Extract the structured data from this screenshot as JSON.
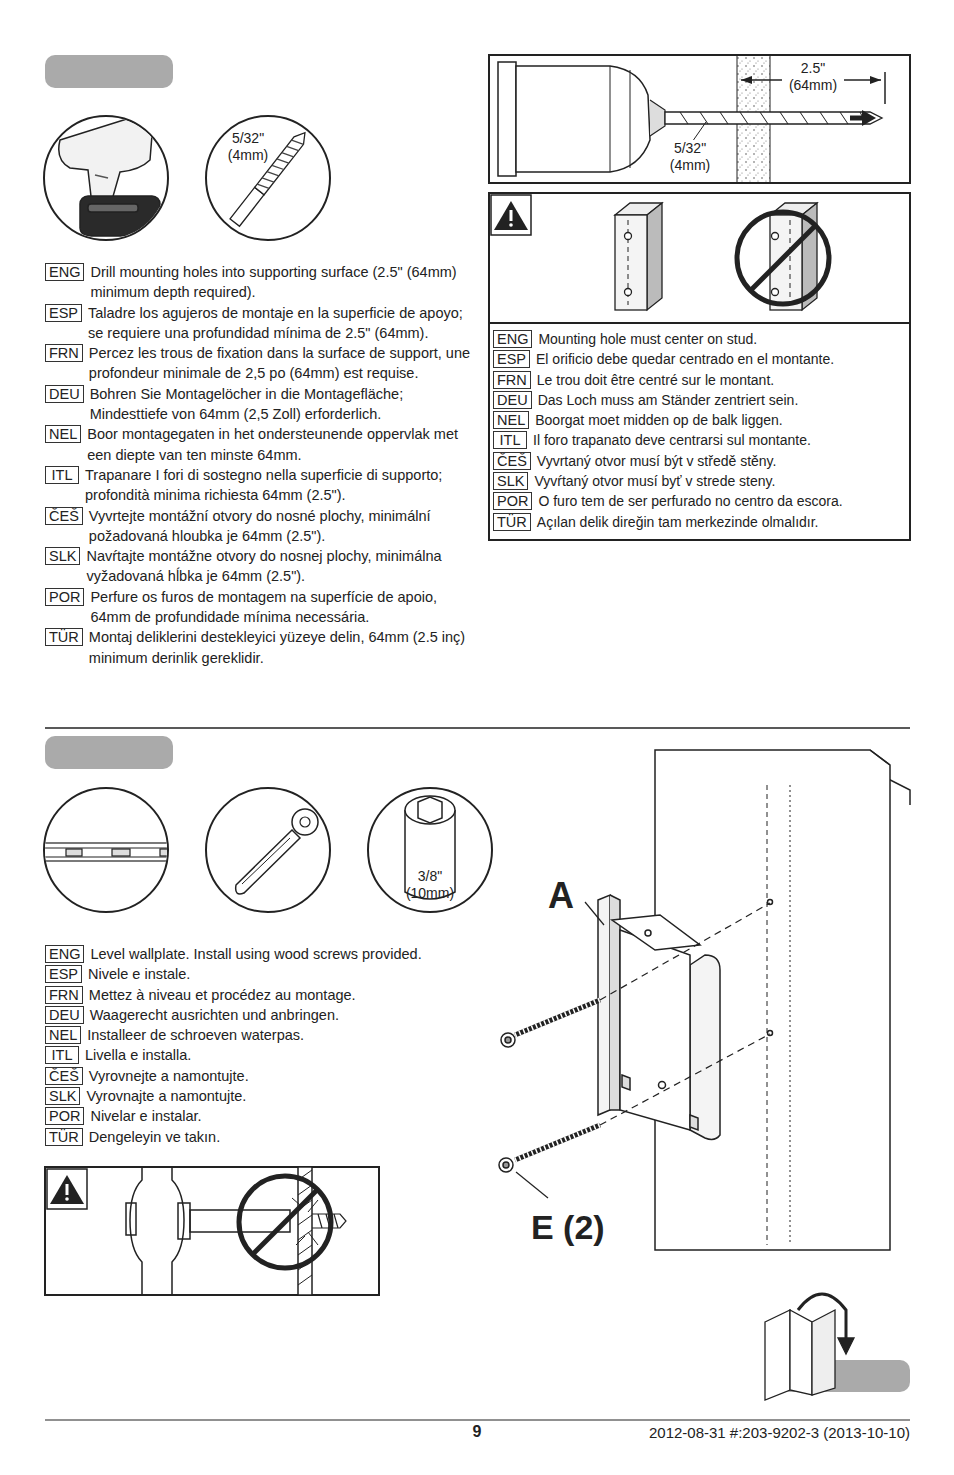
{
  "diagram": {
    "nodes": [
      {
        "text": [
          "5/32\" (4mm)"
        ]
      },
      {
        "text": [
          "ENG"
        ]
      },
      {
        "text": [
          "ESP"
        ]
      },
      {
        "text": [
          "FRN"
        ]
      },
      {
        "text": [
          "DEU"
        ]
      },
      {
        "text": [
          "NEL"
        ]
      },
      {
        "text": [
          "ITL"
        ]
      },
      {
        "text": [
          "ČEŠ"
        ]
      },
      {
        "text": [
          "SLK"
        ]
      },
      {
        "text": [
          "POR"
        ]
      },
      {
        "text": [
          "TÜR"
        ]
      },
      {
        "text": [
          "ENG"
        ]
      },
      {
        "text": [
          "ESP"
        ]
      },
      {
        "text": [
          "FRN"
        ]
      },
      {
        "text": [
          "DEU"
        ]
      },
      {
        "text": [
          "NEL"
        ]
      },
      {
        "text": [
          "ITL"
        ]
      },
      {
        "text": [
          "ČEŠ"
        ]
      },
      {
        "text": [
          "SLK"
        ]
      },
      {
        "text": [
          "POR"
        ]
      },
      {
        "text": [
          "TÜR"
        ]
      },
      {
        "text": [
          "3/8\" (10mm)"
        ]
      },
      {
        "text": [
          "ENG"
        ]
      },
      {
        "text": [
          "ESP"
        ]
      },
      {
        "text": [
          "FRN"
        ]
      },
      {
        "text": [
          "DEU"
        ]
      },
      {
        "text": [
          "NEL"
        ]
      },
      {
        "text": [
          "ITL"
        ]
      },
      {
        "text": [
          "ČEŠ"
        ]
      },
      {
        "text": [
          "SLK"
        ]
      },
      {
        "text": [
          "POR"
        ]
      },
      {
        "text": [
          "TÜR"
        ]
      }
    ],
    "labels": [
      "2.5\" (64mm)",
      "5/32\" (4mm)",
      "Drill mounting holes into supporting surface (2.5\" (64mm) minimum depth required).",
      "Taladre los agujeros de montaje en la superficie de apoyo; se requiere una profundidad mínima de 2.5\" (64mm).",
      "Percez les trous de fixation dans la surface de support, une profondeur minimale de 2,5 po (64mm) est requise.",
      "Bohren Sie Montagelöcher in die Montagefläche; Mindesttiefe von 64mm (2,5 Zoll) erforderlich.",
      "Boor montagegaten in het ondersteunende oppervlak met een diepte van ten minste 64mm.",
      "Trapanare I fori di sostegno nella superficie di supporto; profondità minima richiesta 64mm (2.5\").",
      "Vyvrtejte montážní otvory do nosné plochy, minimální požadovaná hloubka je 64mm (2.5\").",
      "Navŕtajte montážne otvory do nosnej plochy, minimálna vyžadovaná hĺbka je 64mm (2.5\").",
      "Perfure os furos de montagem na superfície de apoio, 64mm de profundidade mínima necessária.",
      "Montaj deliklerini destekleyici yüzeye delin, 64mm (2.5 inç) minimum derinlik gereklidir.",
      "Mounting hole must center on stud.",
      "El orificio debe quedar centrado en el montante.",
      "Le trou doit être centré sur le montant.",
      "Das Loch muss am Ständer zentriert sein.",
      "Boorgat moet midden op de balk liggen.",
      "Il foro trapanato deve centrarsi sul montante.",
      "Vyvrtaný otvor musí být v středě stěny.",
      "Vyvŕtaný otvor musí byť v strede steny.",
      "O furo tem de ser perfurado no centro da escora.",
      "Açılan delik direğin tam merkezinde olmalıdır.",
      "Level wallplate. Install using wood screws provided.",
      "Nivele e instale.",
      "Mettez à niveau et procédez au montage.",
      "Waagerecht ausrichten und anbringen.",
      "Installeer de schroeven waterpas.",
      "Livella e installa.",
      "Vyrovnejte a namontujte.",
      "Vyrovnajte a namontujte.",
      "Nivelar e instalar.",
      "Dengeleyin ve takın.",
      "A",
      "E (2)",
      "9",
      "2012-08-31 #:203-9202-3 (2013-10-10)"
    ]
  }
}
